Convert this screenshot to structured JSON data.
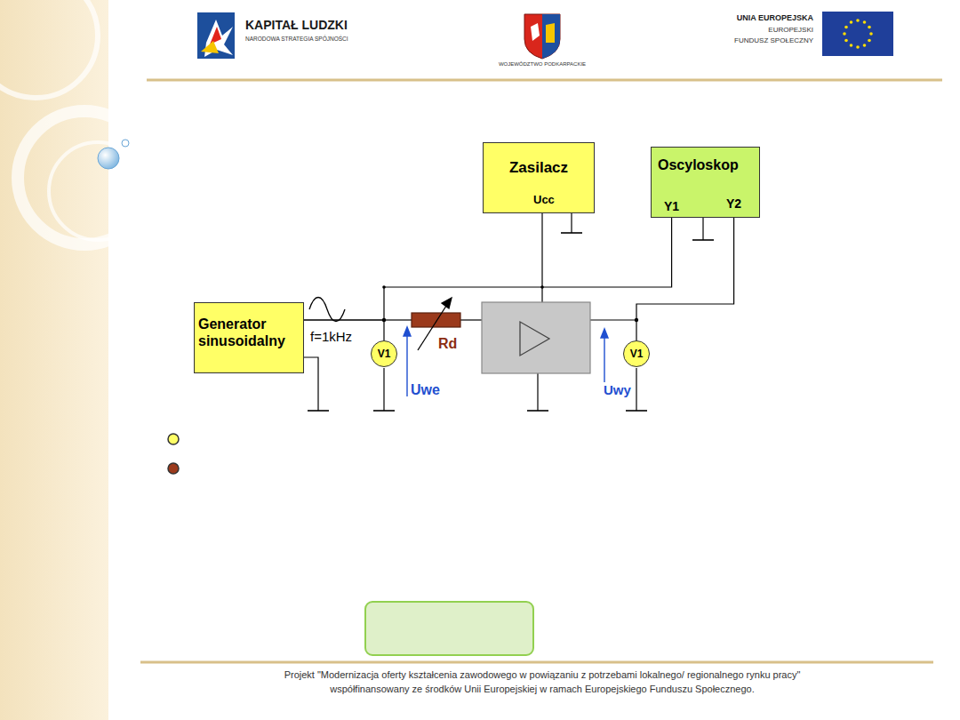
{
  "diagram": {
    "nodes": [
      {
        "text": [
          "Zasilacz",
          "Ucc"
        ]
      },
      {
        "text": [
          "Oscyloskop",
          "Y1",
          "Y2"
        ]
      },
      {
        "text": [
          "Generator sinusoidalny"
        ]
      },
      {
        "text": [
          "V1"
        ]
      },
      {
        "text": [
          "V1"
        ]
      }
    ],
    "edges": [
      {
        "from": 2,
        "to": 3,
        "arrow": "none"
      },
      {
        "from": 2,
        "to": 1,
        "arrow": "none"
      },
      {
        "from": 4,
        "to": 1,
        "arrow": "none"
      }
    ],
    "labels": [
      "KAPITAŁ LUDZKI",
      "NARODOWA STRATEGIA SPÓJNOŚCI",
      "WOJEWÓDZTWO PODKARPACKIE",
      "UNIA EUROPEJSKA",
      "EUROPEJSKI",
      "FUNDUSZ SPOŁECZNY",
      "f=1kHz",
      "Rd",
      "Uwe",
      "Uwy",
      "Projekt \"Modernizacja oferty kształcenia zawodowego w powiązaniu z potrzebami lokalnego/ regionalnego rynku pracy\"",
      "współfinansowany ze środków Unii Europejskiej w ramach Europejskiego Funduszu Społecznego."
    ]
  }
}
